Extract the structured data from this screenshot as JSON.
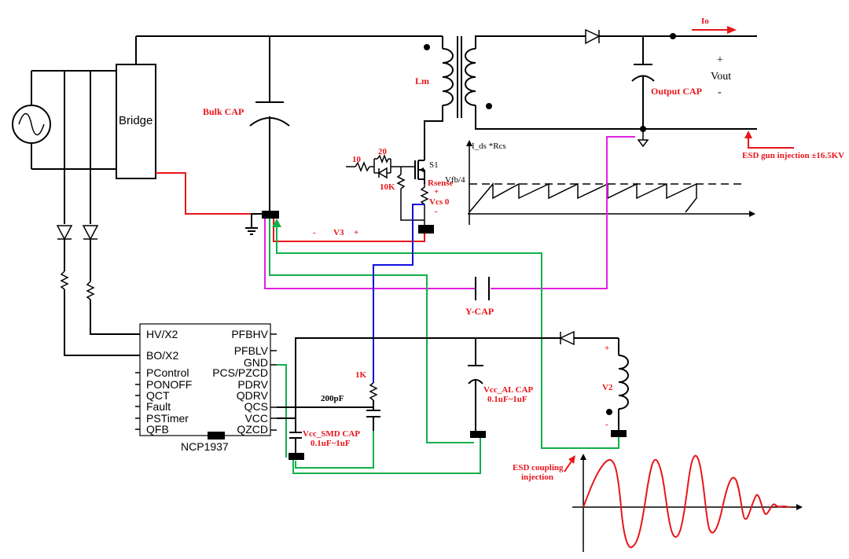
{
  "labels": {
    "bridge": "Bridge",
    "bulk_cap": "Bulk CAP",
    "lm": "Lm",
    "output_cap": "Output CAP",
    "io": "Io",
    "vout_plus": "+",
    "vout": "Vout",
    "vout_minus": "-",
    "esd_gun": "ESD gun injection  ±16.5KV",
    "r10": "10",
    "r20": "20",
    "r10k": "10K",
    "s1": "S1",
    "rsense": "Rsense",
    "plus": "+",
    "vcs0": "Vcs 0",
    "minus": "-",
    "v3_minus": "-",
    "v3": "V3",
    "v3_plus": "+",
    "ids_rcs": "I_ds *Rcs",
    "vfb4": "Vfb/4",
    "ycap": "Y-CAP",
    "r1k": "1K",
    "c200pf": "200pF",
    "vcc_smd_cap": "Vcc_SMD CAP",
    "vcc_smd_val": "0.1uF~1uF",
    "vcc_al_cap": "Vcc_AL CAP",
    "vcc_al_val": "0.1uF~1uF",
    "v2": "V2",
    "v2_plus": "+",
    "v2_minus": "-",
    "esd_coupling_1": "ESD coupling",
    "esd_coupling_2": "injection"
  },
  "ic": {
    "name": "NCP1937",
    "left_pins": [
      "HV/X2",
      "BO/X2",
      "PControl",
      "PONOFF",
      "QCT",
      "Fault",
      "PSTimer",
      "QFB"
    ],
    "right_pins": [
      "PFBHV",
      "PFBLV",
      "PCS/PZCD",
      "GND",
      "PDRV",
      "QDRV",
      "QCS",
      "VCC",
      "QZCD"
    ]
  },
  "colors": {
    "wire": "#000000",
    "red_path": "#e8151b",
    "green_path": "#10b04a",
    "blue_path": "#1010e0",
    "magenta_path": "#e020e0",
    "label_red": "#e8151b"
  }
}
